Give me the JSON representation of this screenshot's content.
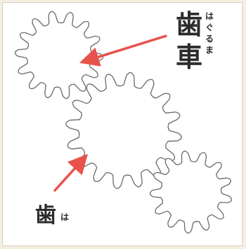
{
  "labels": {
    "gear_kanji_1": "歯",
    "gear_kanji_2": "車",
    "gear_ruby": "はぐるま",
    "gear_ruby_chars": [
      "は",
      "ぐ",
      "る",
      "ま"
    ],
    "tooth_kanji": "歯",
    "tooth_ruby": "は"
  },
  "colors": {
    "background": "#f4efe0",
    "panel": "#ffffff",
    "gear_stroke": "#6a6a6a",
    "arrow": "#e8524a",
    "text": "#2b2b2b"
  }
}
